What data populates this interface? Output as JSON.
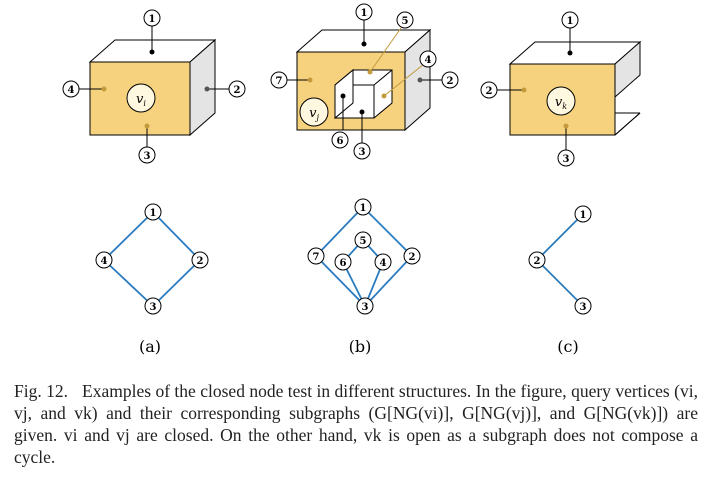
{
  "figure": {
    "colors": {
      "face": "#f6d27e",
      "edge": "#000000",
      "graph_edge": "#2b7bbf",
      "side": "#e6e6e6"
    },
    "panels": [
      {
        "id": "a",
        "label": "(a)",
        "vertex": "vi",
        "cube_labels": [
          "1",
          "2",
          "3",
          "4"
        ],
        "graph_nodes": [
          "1",
          "2",
          "3",
          "4"
        ],
        "graph_edges": [
          [
            "1",
            "2"
          ],
          [
            "2",
            "3"
          ],
          [
            "3",
            "4"
          ],
          [
            "4",
            "1"
          ]
        ]
      },
      {
        "id": "b",
        "label": "(b)",
        "vertex": "vj",
        "cube_labels": [
          "1",
          "5",
          "4",
          "2",
          "7",
          "6",
          "3"
        ],
        "graph_nodes": [
          "1",
          "5",
          "7",
          "6",
          "4",
          "2",
          "3"
        ],
        "graph_edges": [
          [
            "1",
            "2"
          ],
          [
            "1",
            "7"
          ],
          [
            "2",
            "3"
          ],
          [
            "7",
            "3"
          ],
          [
            "5",
            "6"
          ],
          [
            "5",
            "4"
          ],
          [
            "6",
            "3"
          ],
          [
            "4",
            "3"
          ]
        ]
      },
      {
        "id": "c",
        "label": "(c)",
        "vertex": "vk",
        "cube_labels": [
          "1",
          "2",
          "3"
        ],
        "graph_nodes": [
          "1",
          "2",
          "3"
        ],
        "graph_edges": [
          [
            "1",
            "2"
          ],
          [
            "2",
            "3"
          ]
        ]
      }
    ]
  },
  "caption": {
    "label": "Fig. 12.",
    "text": "Examples of the closed node test in different structures. In the figure, query vertices (vi, vj, and vk) and their corresponding subgraphs (G[NG(vi)], G[NG(vj)], and G[NG(vk)]) are given. vi and vj are closed. On the other hand, vk is open as a subgraph does not compose a cycle."
  }
}
